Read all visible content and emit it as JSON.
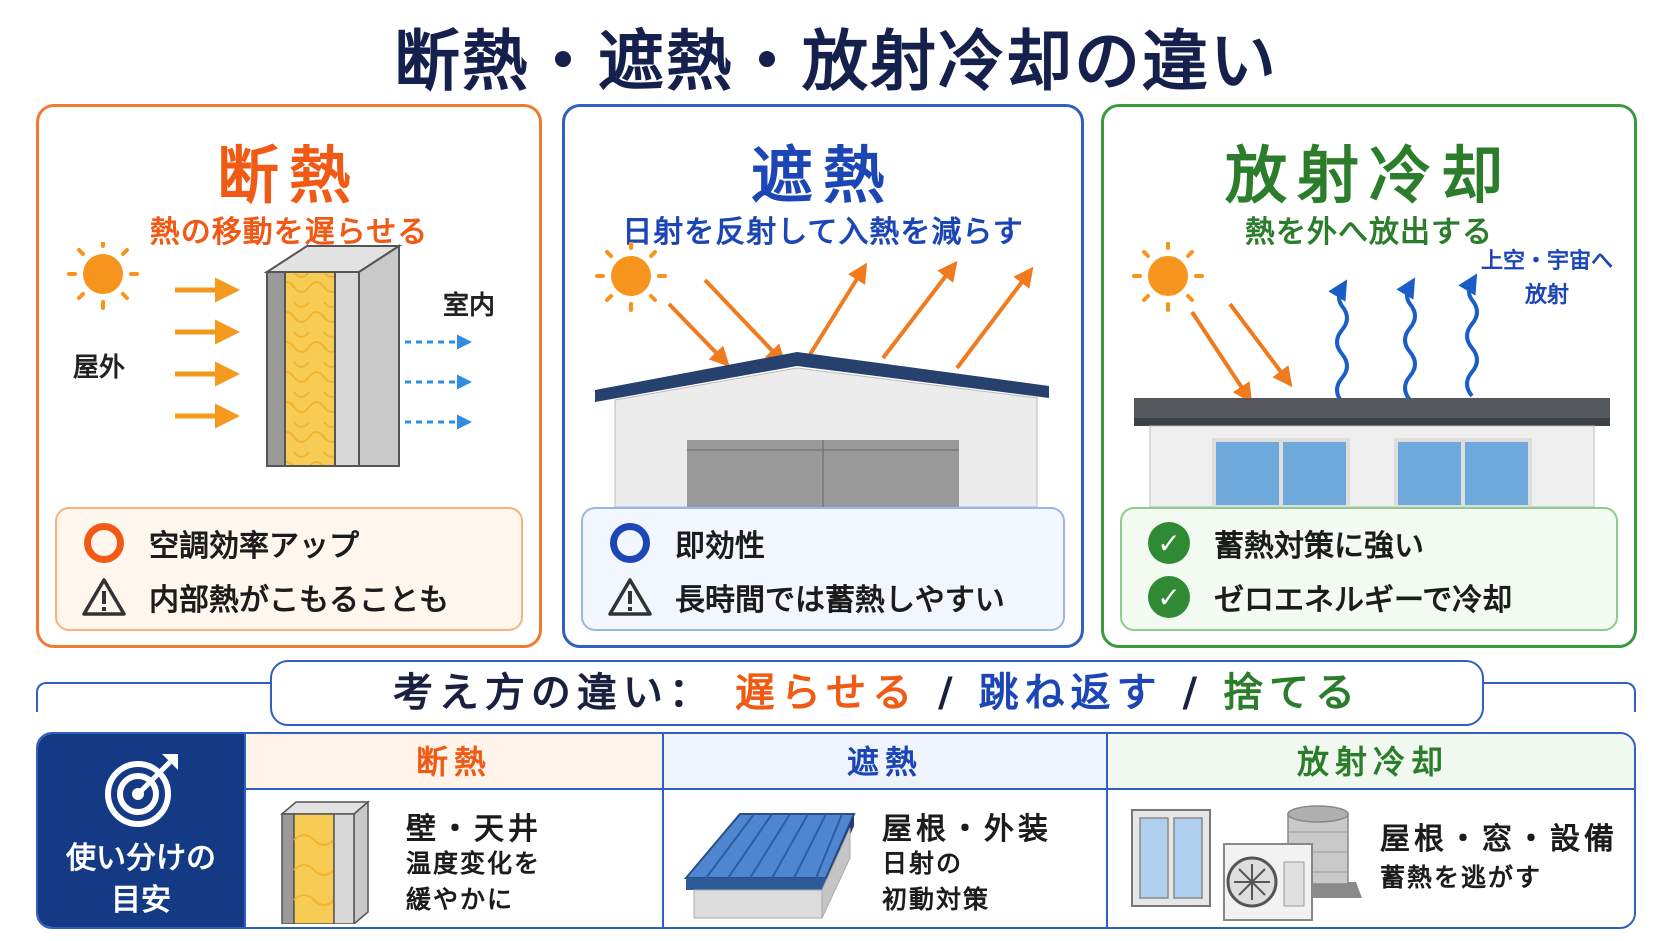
{
  "title": "断熱・遮熱・放射冷却の違い",
  "colors": {
    "insulation": "#f05a14",
    "shielding": "#1c46b5",
    "radiative": "#2b7d2b",
    "navy": "#143a86"
  },
  "panels": {
    "insulation": {
      "title": "断熱",
      "subtitle": "熱の移動を遅らせる",
      "outdoor_label": "屋外",
      "indoor_label": "室内",
      "points": [
        {
          "icon": "orange-circle-icon",
          "text": "空調効率アップ"
        },
        {
          "icon": "warning-icon",
          "text": "内部熱がこもることも"
        }
      ]
    },
    "shielding": {
      "title": "遮熱",
      "subtitle": "日射を反射して入熱を減らす",
      "points": [
        {
          "icon": "blue-circle-icon",
          "text": "即効性"
        },
        {
          "icon": "warning-icon",
          "text": "長時間では蓄熱しやすい"
        }
      ]
    },
    "radiative": {
      "title": "放射冷却",
      "subtitle": "熱を外へ放出する",
      "sky_label_1": "上空・宇宙へ",
      "sky_label_2": "放射",
      "points": [
        {
          "icon": "check-icon",
          "text": "蓄熱対策に強い"
        },
        {
          "icon": "check-icon",
          "text": "ゼロエネルギーで冷却"
        }
      ]
    }
  },
  "concept": {
    "label": "考え方の違い：",
    "delay": "遅らせる",
    "bounce": "跳ね返す",
    "discard": "捨てる",
    "sep": "/"
  },
  "usage": {
    "lead_1": "使い分けの",
    "lead_2": "目安",
    "columns": [
      {
        "head": "断熱",
        "target": "壁・天井",
        "desc_1": "温度変化を",
        "desc_2": "緩やかに"
      },
      {
        "head": "遮熱",
        "target": "屋根・外装",
        "desc_1": "日射の",
        "desc_2": "初動対策"
      },
      {
        "head": "放射冷却",
        "target": "屋根・窓・設備",
        "desc_1": "蓄熱を逃がす"
      }
    ]
  }
}
